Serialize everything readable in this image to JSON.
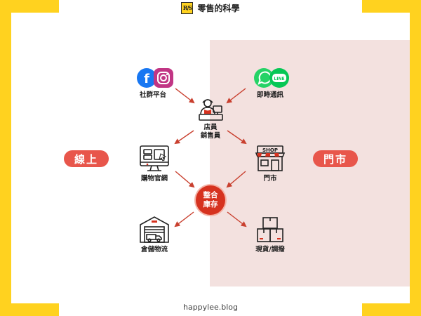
{
  "header": {
    "logo_text": "R/S",
    "title": "零售的科學"
  },
  "left_label": "線上",
  "right_label": "門市",
  "nodes": {
    "social": "社群平台",
    "messaging": "即時通訊",
    "staff_line1": "店員",
    "staff_line2": "銷售員",
    "ecommerce": "購物官網",
    "store": "門市",
    "warehouse": "倉儲物流",
    "pickup": "現貨/調撥"
  },
  "center": {
    "line1": "整合",
    "line2": "庫存"
  },
  "icons": {
    "shop_sign": "SHOP",
    "line_badge": "LINE"
  },
  "colors": {
    "accent": "#d6321f",
    "yellow": "#ffd21f",
    "store_bg": "#f3e1df",
    "pill": "#e8564b"
  },
  "footer": "happylee.blog"
}
